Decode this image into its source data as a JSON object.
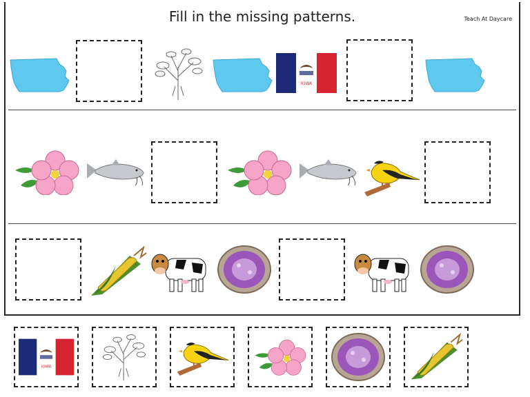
{
  "worksheet": {
    "title": "Fill in the missing patterns.",
    "brand": "Teach At Daycare",
    "flag_text": "IOWA"
  },
  "rows": [
    [
      "iowa-map",
      "blank",
      "wild-indigo",
      "iowa-map",
      "iowa-flag",
      "blank",
      "iowa-map"
    ],
    [
      "wild-rose",
      "catfish",
      "blank",
      "wild-rose",
      "catfish",
      "goldfinch",
      "blank"
    ],
    [
      "blank",
      "corn",
      "cow",
      "geode",
      "blank",
      "cow",
      "geode"
    ]
  ],
  "answer_cards": [
    "iowa-flag",
    "wild-indigo",
    "goldfinch",
    "wild-rose",
    "geode",
    "corn"
  ],
  "colors": {
    "map_blue": "#5ec8ef",
    "flag_blue": "#1c2a78",
    "flag_red": "#d62430",
    "rose_pink": "#f5a3c7",
    "leaf_green": "#3f9b3a",
    "goldfinch_yellow": "#f7d312",
    "geode_purple": "#9a56b8",
    "corn_yellow": "#e6c531"
  }
}
